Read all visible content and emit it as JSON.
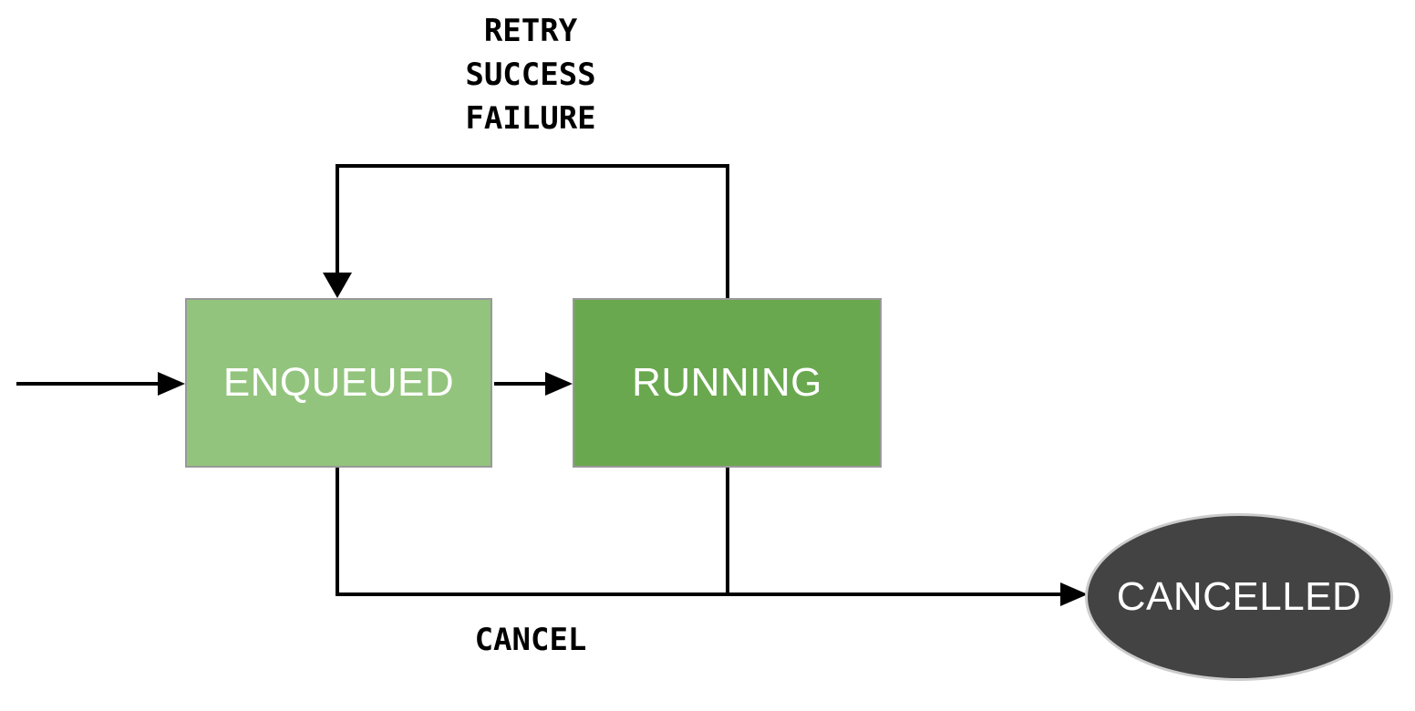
{
  "states": {
    "enqueued": {
      "label": "ENQUEUED",
      "fill": "#93c47d"
    },
    "running": {
      "label": "RUNNING",
      "fill": "#6aa84f"
    },
    "cancelled": {
      "label": "CANCELLED",
      "fill": "#434343"
    }
  },
  "transitions": {
    "loop_labels": [
      "RETRY",
      "SUCCESS",
      "FAILURE"
    ],
    "cancel_label": "CANCEL"
  },
  "colors": {
    "line": "#000000",
    "node_text": "#ffffff",
    "rect_border": "#999999",
    "ellipse_border": "#cccccc",
    "background": "#ffffff"
  }
}
